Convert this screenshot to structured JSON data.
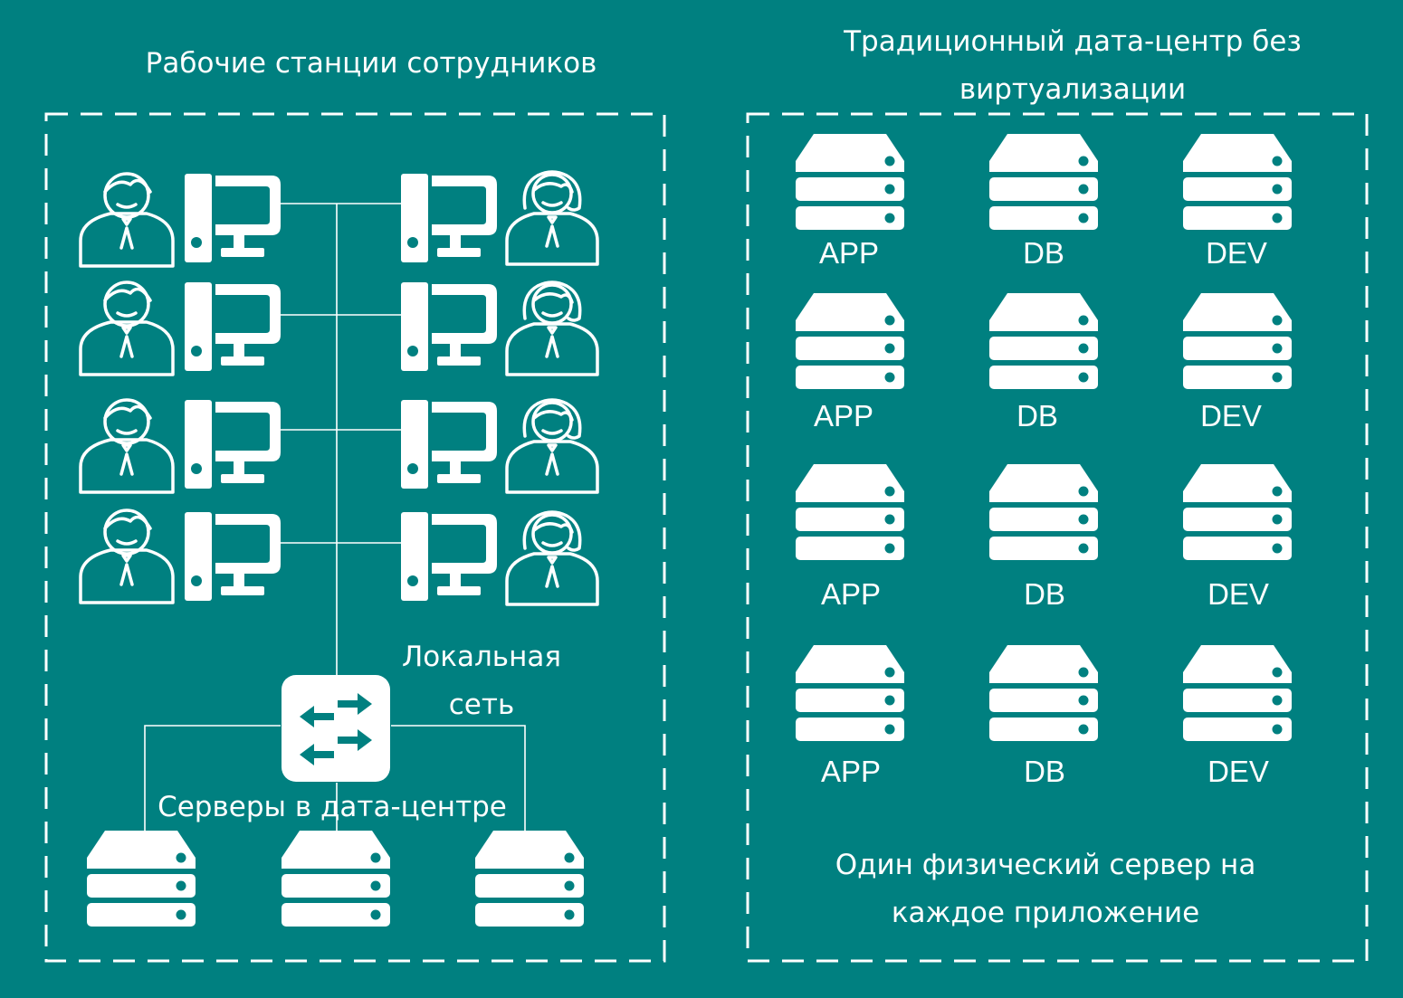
{
  "left_panel": {
    "title": "Рабочие станции сотрудников",
    "lan_label_line1": "Локальная",
    "lan_label_line2": "сеть",
    "servers_label": "Серверы в дата-центре"
  },
  "right_panel": {
    "title_line1": "Традиционный дата-центр без",
    "title_line2": "виртуализации",
    "caption_line1": "Один физический сервер на",
    "caption_line2": "каждое приложение",
    "server_labels": [
      [
        "APP",
        "DB",
        "DEV"
      ],
      [
        "APP",
        "DB",
        "DEV"
      ],
      [
        "APP",
        "DB",
        "DEV"
      ],
      [
        "APP",
        "DB",
        "DEV"
      ]
    ]
  },
  "colors": {
    "background": "#008080",
    "foreground": "#ffffff"
  }
}
